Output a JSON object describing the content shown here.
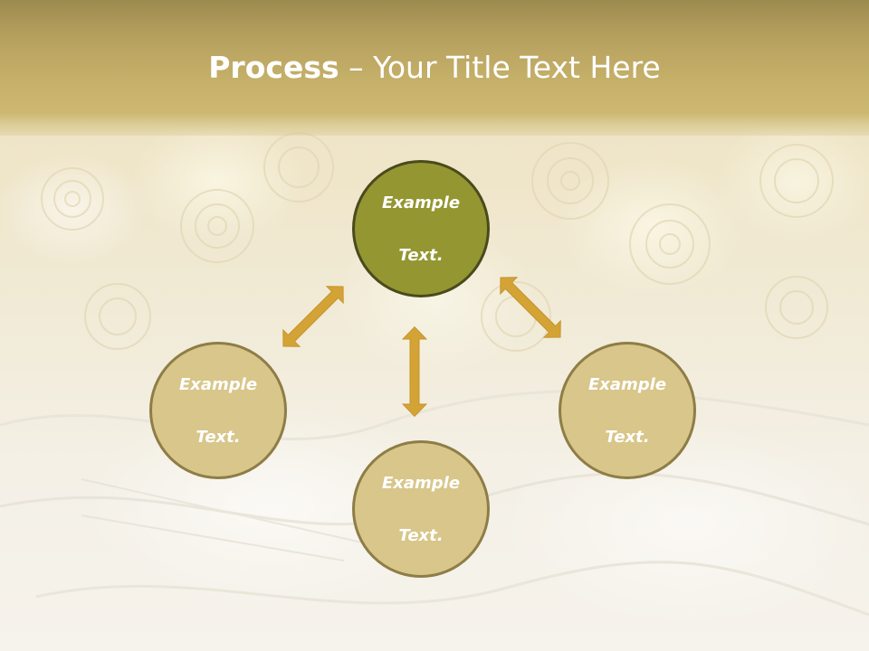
{
  "slide": {
    "title_bold": "Process",
    "title_rest": " – Your Title Text Here"
  },
  "diagram": {
    "center": {
      "line1": "Example",
      "line2": "Text."
    },
    "left": {
      "line1": "Example",
      "line2": "Text."
    },
    "right": {
      "line1": "Example",
      "line2": "Text."
    },
    "bottom": {
      "line1": "Example",
      "line2": "Text."
    }
  },
  "colors": {
    "header": "#c7b26b",
    "center_fill": "#949632",
    "node_fill": "#d8c68a",
    "node_border": "#8e7d46",
    "arrow": "#d4a336"
  }
}
